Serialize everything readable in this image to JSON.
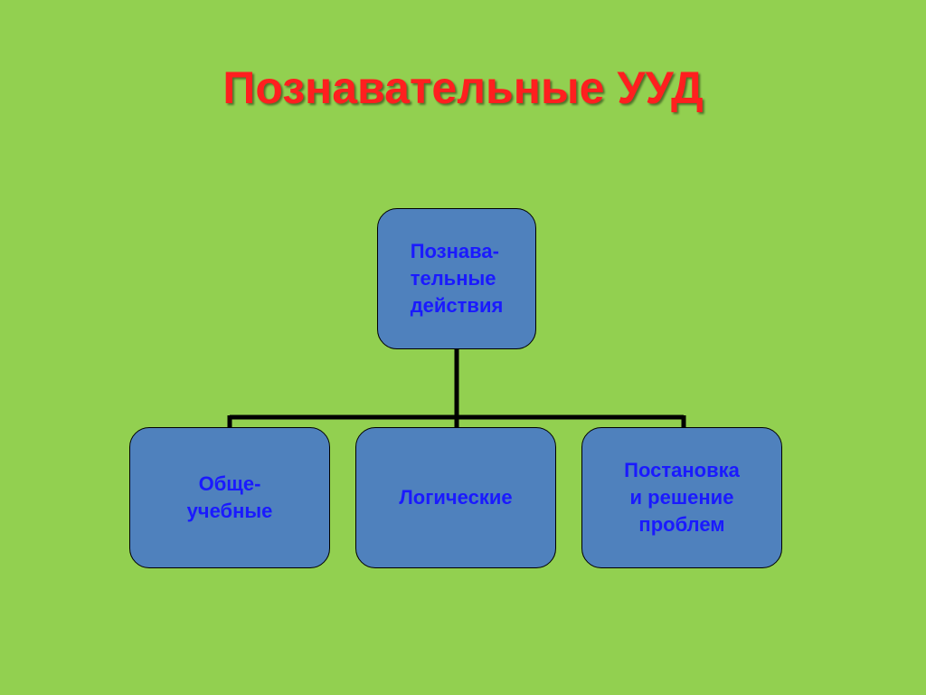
{
  "colors": {
    "background": "#92d050",
    "title": "#ff1f1f",
    "node_fill": "#4f81bd",
    "node_text": "#1a1aff",
    "connector": "#000000"
  },
  "slide": {
    "title": "Познавательные УУД"
  },
  "diagram": {
    "root": {
      "label": "Познава-\nтельные\nдействия"
    },
    "children": [
      {
        "label": "Обще-\nучебные"
      },
      {
        "label": "Логические"
      },
      {
        "label": "Постановка\nи решение\nпроблем"
      }
    ]
  }
}
